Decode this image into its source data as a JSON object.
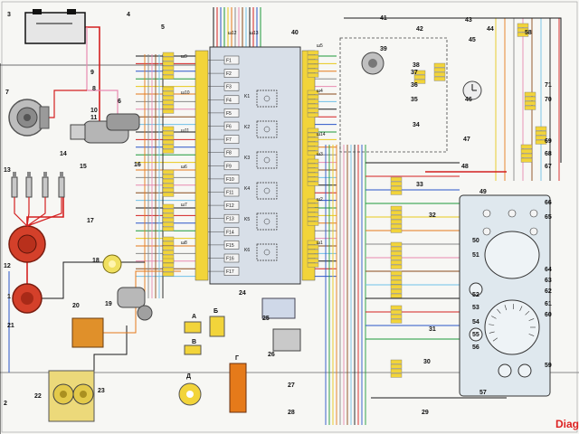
{
  "footer_label": "Diag",
  "component_numbers": [
    "1",
    "2",
    "3",
    "4",
    "5",
    "6",
    "7",
    "8",
    "9",
    "10",
    "11",
    "12",
    "13",
    "14",
    "15",
    "16",
    "17",
    "18",
    "19",
    "20",
    "21",
    "22",
    "23",
    "24",
    "25",
    "26",
    "27",
    "28",
    "29",
    "30",
    "31",
    "32",
    "33",
    "34",
    "35",
    "36",
    "37",
    "38",
    "39",
    "40",
    "41",
    "42",
    "43",
    "44",
    "45",
    "46",
    "47",
    "48",
    "49",
    "50",
    "51",
    "52",
    "53",
    "54",
    "55",
    "56",
    "57",
    "58",
    "59",
    "60",
    "61",
    "62",
    "63",
    "64",
    "65",
    "66",
    "67",
    "68",
    "69",
    "70",
    "71"
  ],
  "connector_labels": [
    "ш1",
    "ш2",
    "ш3",
    "ш4",
    "ш5",
    "ш6",
    "ш7",
    "ш8",
    "ш9",
    "ш10",
    "ш11",
    "ш12",
    "ш13",
    "ш14"
  ],
  "plug_labels": [
    "А",
    "Б",
    "В",
    "Г",
    "Д"
  ],
  "fuse_labels": [
    "F1",
    "F2",
    "F3",
    "F4",
    "F5",
    "F6",
    "F7",
    "F8",
    "F9",
    "F10",
    "F11",
    "F12",
    "F13",
    "F14",
    "F15",
    "F16",
    "F17"
  ],
  "relay_labels": [
    "K1",
    "K2",
    "K3",
    "K4",
    "K5",
    "K6"
  ],
  "colors": {
    "background": "#f7f7f4",
    "wire_black": "#1a1a1a",
    "wire_red": "#d42020",
    "wire_blue": "#2a55c8",
    "wire_green": "#1e9a3a",
    "wire_yellow": "#e8c81a",
    "wire_orange": "#e57a1a",
    "wire_gray": "#8a8a8a",
    "wire_pink": "#e88ab0",
    "wire_brown": "#8a4a1a",
    "wire_lightblue": "#6fc0e8",
    "connector_yellow": "#f2d43a",
    "fuse_block": "#d8dfe8",
    "instrument_cluster": "#dfe8ee",
    "footer_red": "#d22222"
  }
}
